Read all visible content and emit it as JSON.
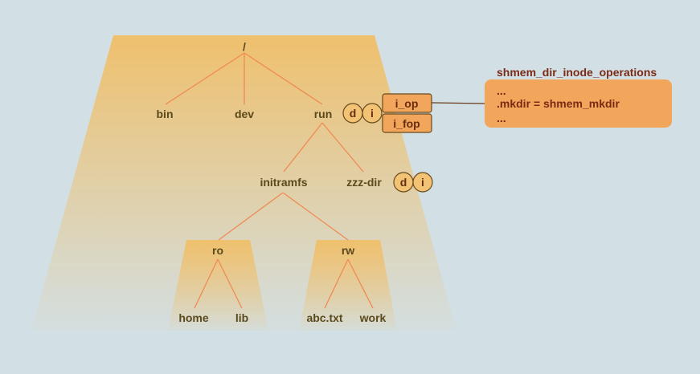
{
  "tree": {
    "root": "/",
    "bin": "bin",
    "dev": "dev",
    "run": "run",
    "initramfs": "initramfs",
    "zzz_dir": "zzz-dir",
    "ro": "ro",
    "rw": "rw",
    "home": "home",
    "lib": "lib",
    "abc_txt": "abc.txt",
    "work": "work"
  },
  "badges": {
    "dentry": "d",
    "inode": "i"
  },
  "inode_fields": {
    "i_op": "i_op",
    "i_fop": "i_fop"
  },
  "operations": {
    "title": "shmem_dir_inode_operations",
    "line1": "...",
    "line2": ".mkdir = shmem_mkdir",
    "line3": "..."
  },
  "colors": {
    "background": "#d2e0e6",
    "gradient_top": "#efc06d",
    "edge": "#f08a52",
    "badge_fill": "#f2c374",
    "box_fill": "#f2a65c",
    "text": "#5a4a1c",
    "accent_text": "#7a2a14"
  }
}
